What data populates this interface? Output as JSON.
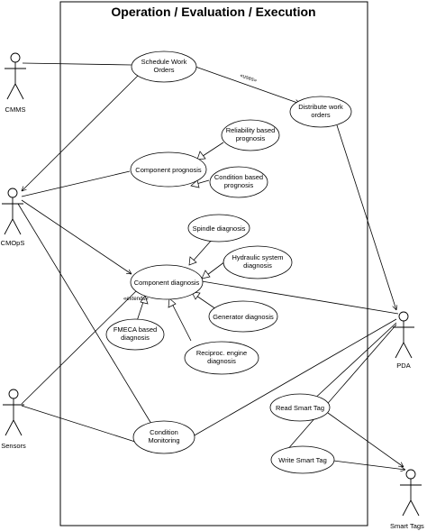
{
  "diagram": {
    "title": "Operation / Evaluation / Execution",
    "actors": {
      "cmms": "CMMS",
      "cmops": "CMOpS",
      "sensors": "Sensors",
      "pda": "PDA",
      "smart_tags": "Smart Tags"
    },
    "use_cases": {
      "schedule_work_orders": [
        "Schedule Work",
        "Orders"
      ],
      "distribute_work_orders": [
        "Distribute work",
        "orders"
      ],
      "reliability_based_prognosis": [
        "Reliability based",
        "prognosis"
      ],
      "component_prognosis": [
        "Component prognosis"
      ],
      "condition_based_prognosis": [
        "Condition based",
        "prognosis"
      ],
      "spindle_diagnosis": [
        "Spindle diagnosis"
      ],
      "hydraulic_system_diagnosis": [
        "Hydraulic system",
        "diagnosis"
      ],
      "component_diagnosis": [
        "Component diagnosis"
      ],
      "generator_diagnosis": [
        "Generator diagnosis"
      ],
      "fmeca_based_diagnosis": [
        "FMECA based",
        "diagnosis"
      ],
      "reciproc_engine_diagnosis": [
        "Reciproc. engine",
        "diagnosis"
      ],
      "condition_monitoring": [
        "Condition",
        "Monitoring"
      ],
      "read_smart_tag": [
        "Read Smart Tag"
      ],
      "write_smart_tag": [
        "Write Smart Tag"
      ]
    },
    "stereotypes": {
      "uses": "«uses»",
      "extends": "«extends»"
    }
  }
}
